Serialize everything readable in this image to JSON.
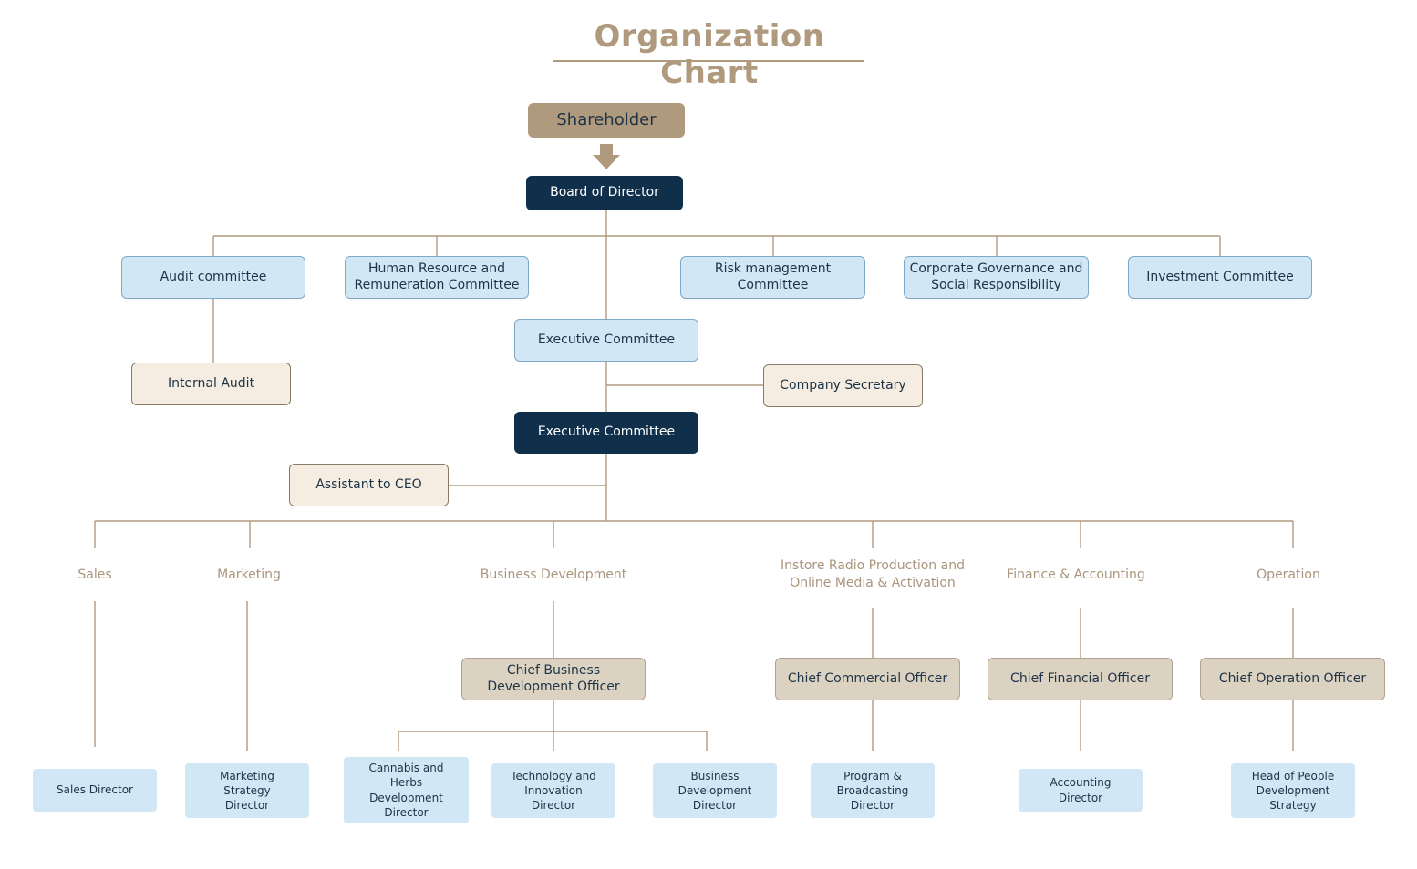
{
  "title": "Organization Chart",
  "shareholder": "Shareholder",
  "board": "Board of Director",
  "committees": {
    "audit": "Audit committee",
    "hr": "Human Resource and Remuneration Committee",
    "risk": "Risk management Committee",
    "cg": "Corporate Governance and Social Responsibility",
    "investment": "Investment Committee"
  },
  "internal_audit": "Internal Audit",
  "executive_committee_1": "Executive Committee",
  "company_secretary": "Company Secretary",
  "executive_committee_2": "Executive Committee",
  "assistant_ceo": "Assistant to CEO",
  "departments": {
    "sales": "Sales",
    "marketing": "Marketing",
    "bizdev": "Business Development",
    "instore": "Instore Radio Production and Online Media & Activation",
    "finance": "Finance & Accounting",
    "operation": "Operation"
  },
  "chiefs": {
    "cbdo": "Chief Business Development Officer",
    "cco": "Chief Commercial Officer",
    "cfo": "Chief Financial Officer",
    "coo": "Chief Operation Officer"
  },
  "directors": {
    "sales": "Sales Director",
    "marketing": "Marketing Strategy Director",
    "cannabis": "Cannabis and Herbs Development Director",
    "tech": "Technology and Innovation Director",
    "bizdev": "Business Development Director",
    "program": "Program & Broadcasting Director",
    "accounting": "Accounting Director",
    "people": "Head of People Development Strategy"
  },
  "colors": {
    "navy": "#0f2f4a",
    "light_blue": "#d1e7f5",
    "tan": "#b09a7e",
    "cream": "#f5ece2",
    "khaki": "#dcd2c2"
  }
}
